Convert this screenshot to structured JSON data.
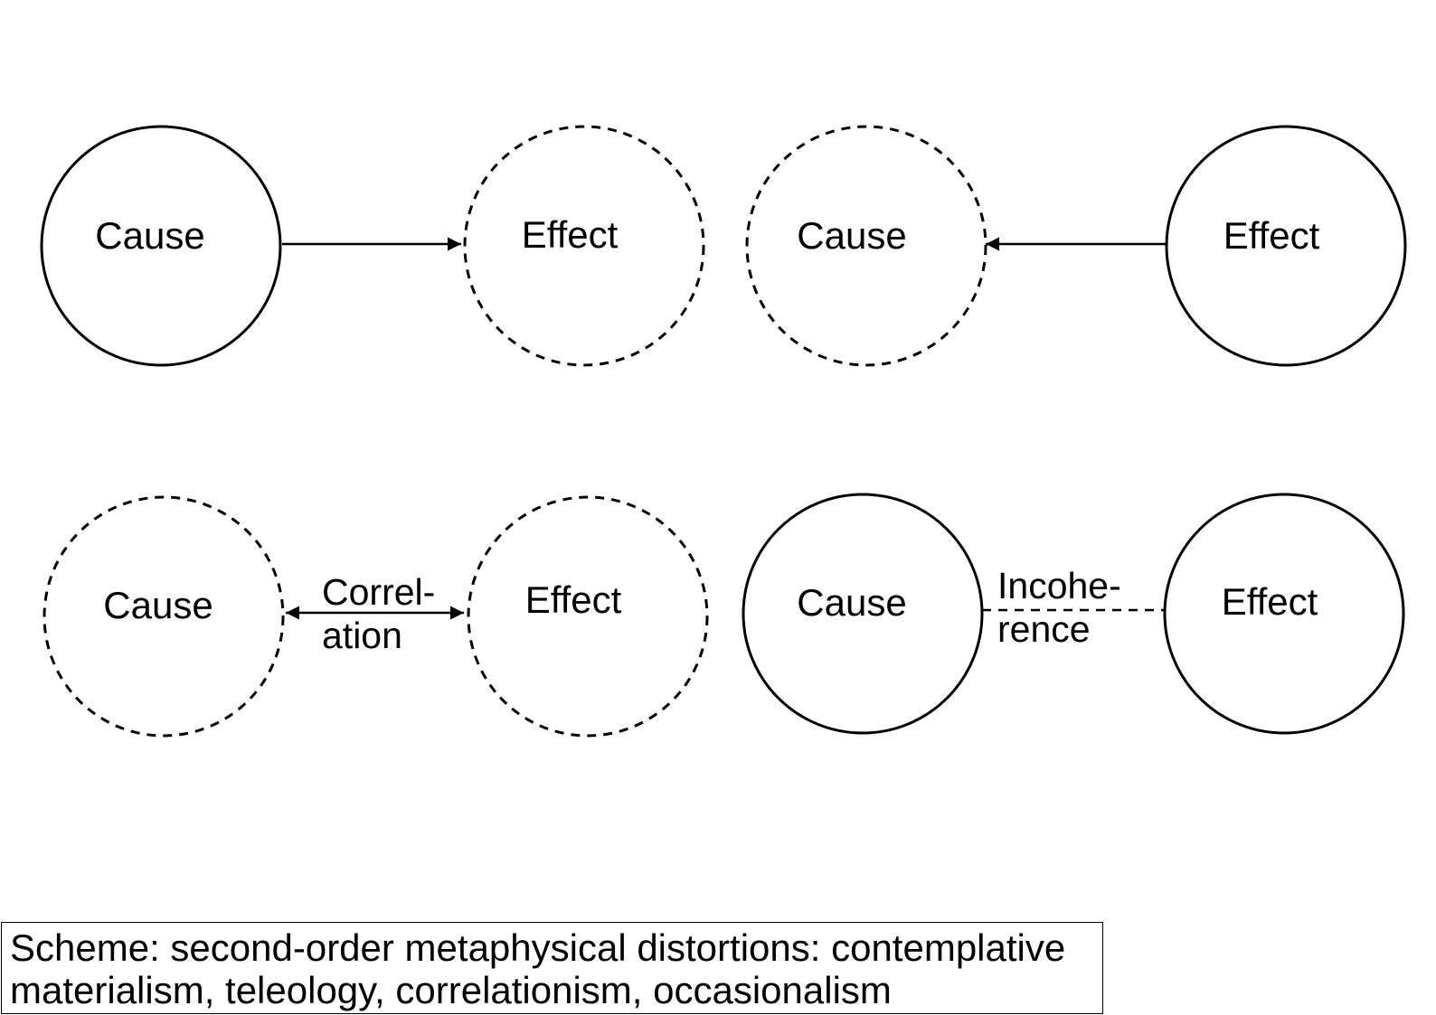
{
  "diagram": {
    "nodes": {
      "d1_cause": "Cause",
      "d1_effect": "Effect",
      "d2_cause": "Cause",
      "d2_effect": "Effect",
      "d3_cause": "Cause",
      "d3_effect": "Effect",
      "d4_cause": "Cause",
      "d4_effect": "Effect"
    },
    "edges": {
      "d3_label_line1": "Correl-",
      "d3_label_line2": "ation",
      "d4_label_line1": "Incohe-",
      "d4_label_line2": "rence"
    }
  },
  "caption": {
    "text": "Scheme: second-order metaphysical distortions: contemplative\nmaterialism, teleology, correlationism, occasionalism"
  }
}
